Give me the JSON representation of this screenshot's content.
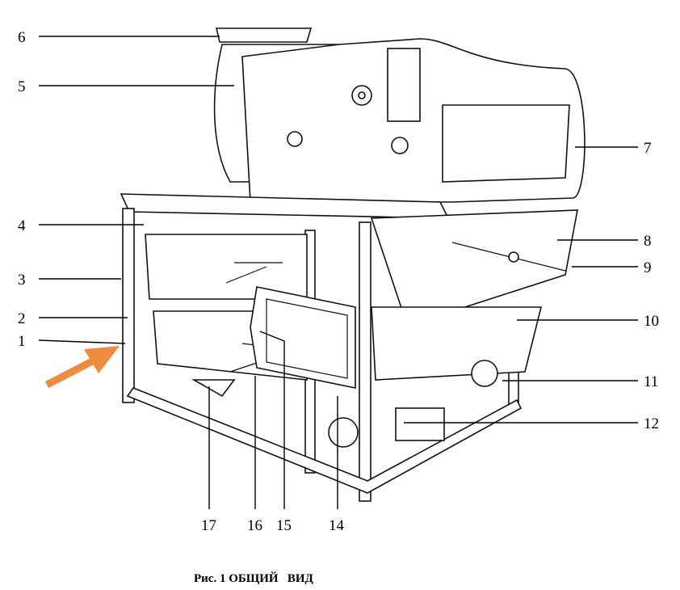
{
  "figure": {
    "caption": "Рис. 1 ОБЩИЙ   ВИД",
    "callouts_left": [
      "6",
      "5",
      "4",
      "3",
      "2",
      "1"
    ],
    "callouts_right": [
      "7",
      "8",
      "9",
      "10",
      "11",
      "12"
    ],
    "callouts_bottom": [
      "17",
      "16",
      "15",
      "14"
    ],
    "arrow_color": "#f08a3c"
  }
}
